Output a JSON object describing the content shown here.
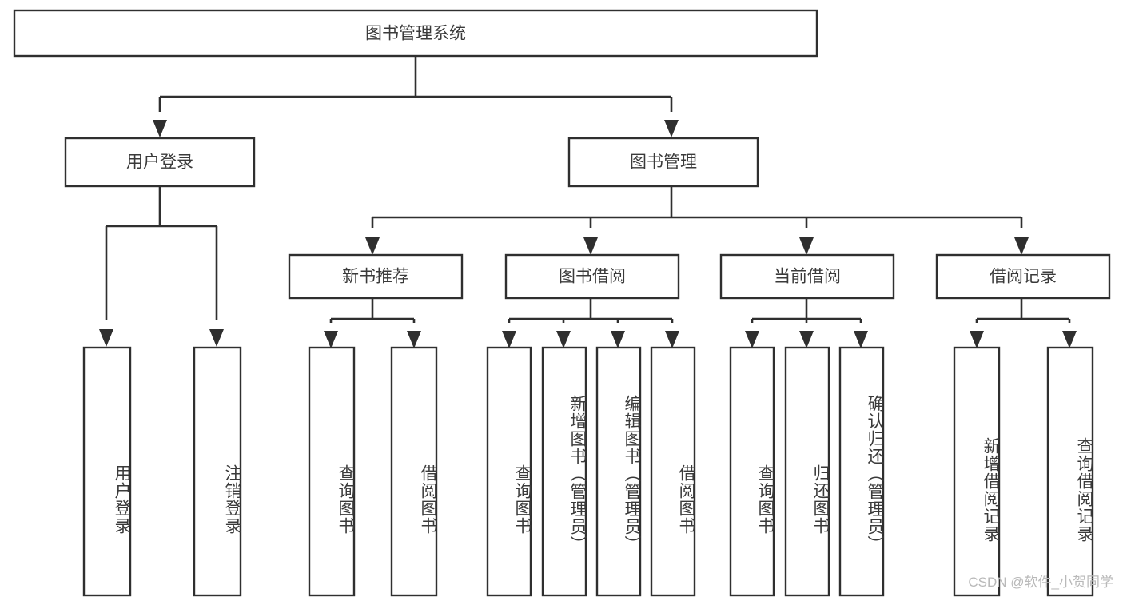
{
  "diagram": {
    "type": "tree-hierarchy",
    "title": "图书管理系统",
    "orientation": "top-down",
    "watermark": "CSDN @软件_小贺同学",
    "colors": {
      "background": "#ffffff",
      "box_fill": "#ffffff",
      "stroke": "#2f2f2f",
      "text": "#3a3a3a",
      "watermark": "#b9b9b9"
    },
    "root": {
      "id": "root",
      "label": "图书管理系统",
      "level": 0,
      "text_orientation": "horizontal"
    },
    "level1": [
      {
        "id": "user-login",
        "label": "用户登录",
        "level": 1,
        "text_orientation": "horizontal"
      },
      {
        "id": "book-manage",
        "label": "图书管理",
        "level": 1,
        "text_orientation": "horizontal"
      }
    ],
    "level2": [
      {
        "id": "new-book-recommend",
        "label": "新书推荐",
        "level": 2,
        "parent": "book-manage",
        "text_orientation": "horizontal"
      },
      {
        "id": "book-borrow",
        "label": "图书借阅",
        "level": 2,
        "parent": "book-manage",
        "text_orientation": "horizontal"
      },
      {
        "id": "current-borrow",
        "label": "当前借阅",
        "level": 2,
        "parent": "book-manage",
        "text_orientation": "horizontal"
      },
      {
        "id": "borrow-record",
        "label": "借阅记录",
        "level": 2,
        "parent": "book-manage",
        "text_orientation": "horizontal"
      }
    ],
    "leaves": [
      {
        "id": "leaf-user-login",
        "label": "用户登录",
        "parent": "user-login",
        "text_orientation": "vertical"
      },
      {
        "id": "leaf-logout",
        "label": "注销登录",
        "parent": "user-login",
        "text_orientation": "vertical"
      },
      {
        "id": "leaf-query-book-1",
        "label": "查询图书",
        "parent": "new-book-recommend",
        "text_orientation": "vertical"
      },
      {
        "id": "leaf-borrow-book-1",
        "label": "借阅图书",
        "parent": "new-book-recommend",
        "text_orientation": "vertical"
      },
      {
        "id": "leaf-query-book-2",
        "label": "查询图书",
        "parent": "book-borrow",
        "text_orientation": "vertical"
      },
      {
        "id": "leaf-add-book",
        "label": "新增图书（管理员）",
        "parent": "book-borrow",
        "text_orientation": "vertical"
      },
      {
        "id": "leaf-edit-book",
        "label": "编辑图书（管理员）",
        "parent": "book-borrow",
        "text_orientation": "vertical"
      },
      {
        "id": "leaf-borrow-book-2",
        "label": "借阅图书",
        "parent": "book-borrow",
        "text_orientation": "vertical"
      },
      {
        "id": "leaf-query-book-3",
        "label": "查询图书",
        "parent": "current-borrow",
        "text_orientation": "vertical"
      },
      {
        "id": "leaf-return-book",
        "label": "归还图书",
        "parent": "current-borrow",
        "text_orientation": "vertical"
      },
      {
        "id": "leaf-confirm-return",
        "label": "确认归还（管理员）",
        "parent": "current-borrow",
        "text_orientation": "vertical"
      },
      {
        "id": "leaf-add-record",
        "label": "新增借阅记录",
        "parent": "borrow-record",
        "text_orientation": "vertical"
      },
      {
        "id": "leaf-query-record",
        "label": "查询借阅记录",
        "parent": "borrow-record",
        "text_orientation": "vertical"
      }
    ]
  }
}
